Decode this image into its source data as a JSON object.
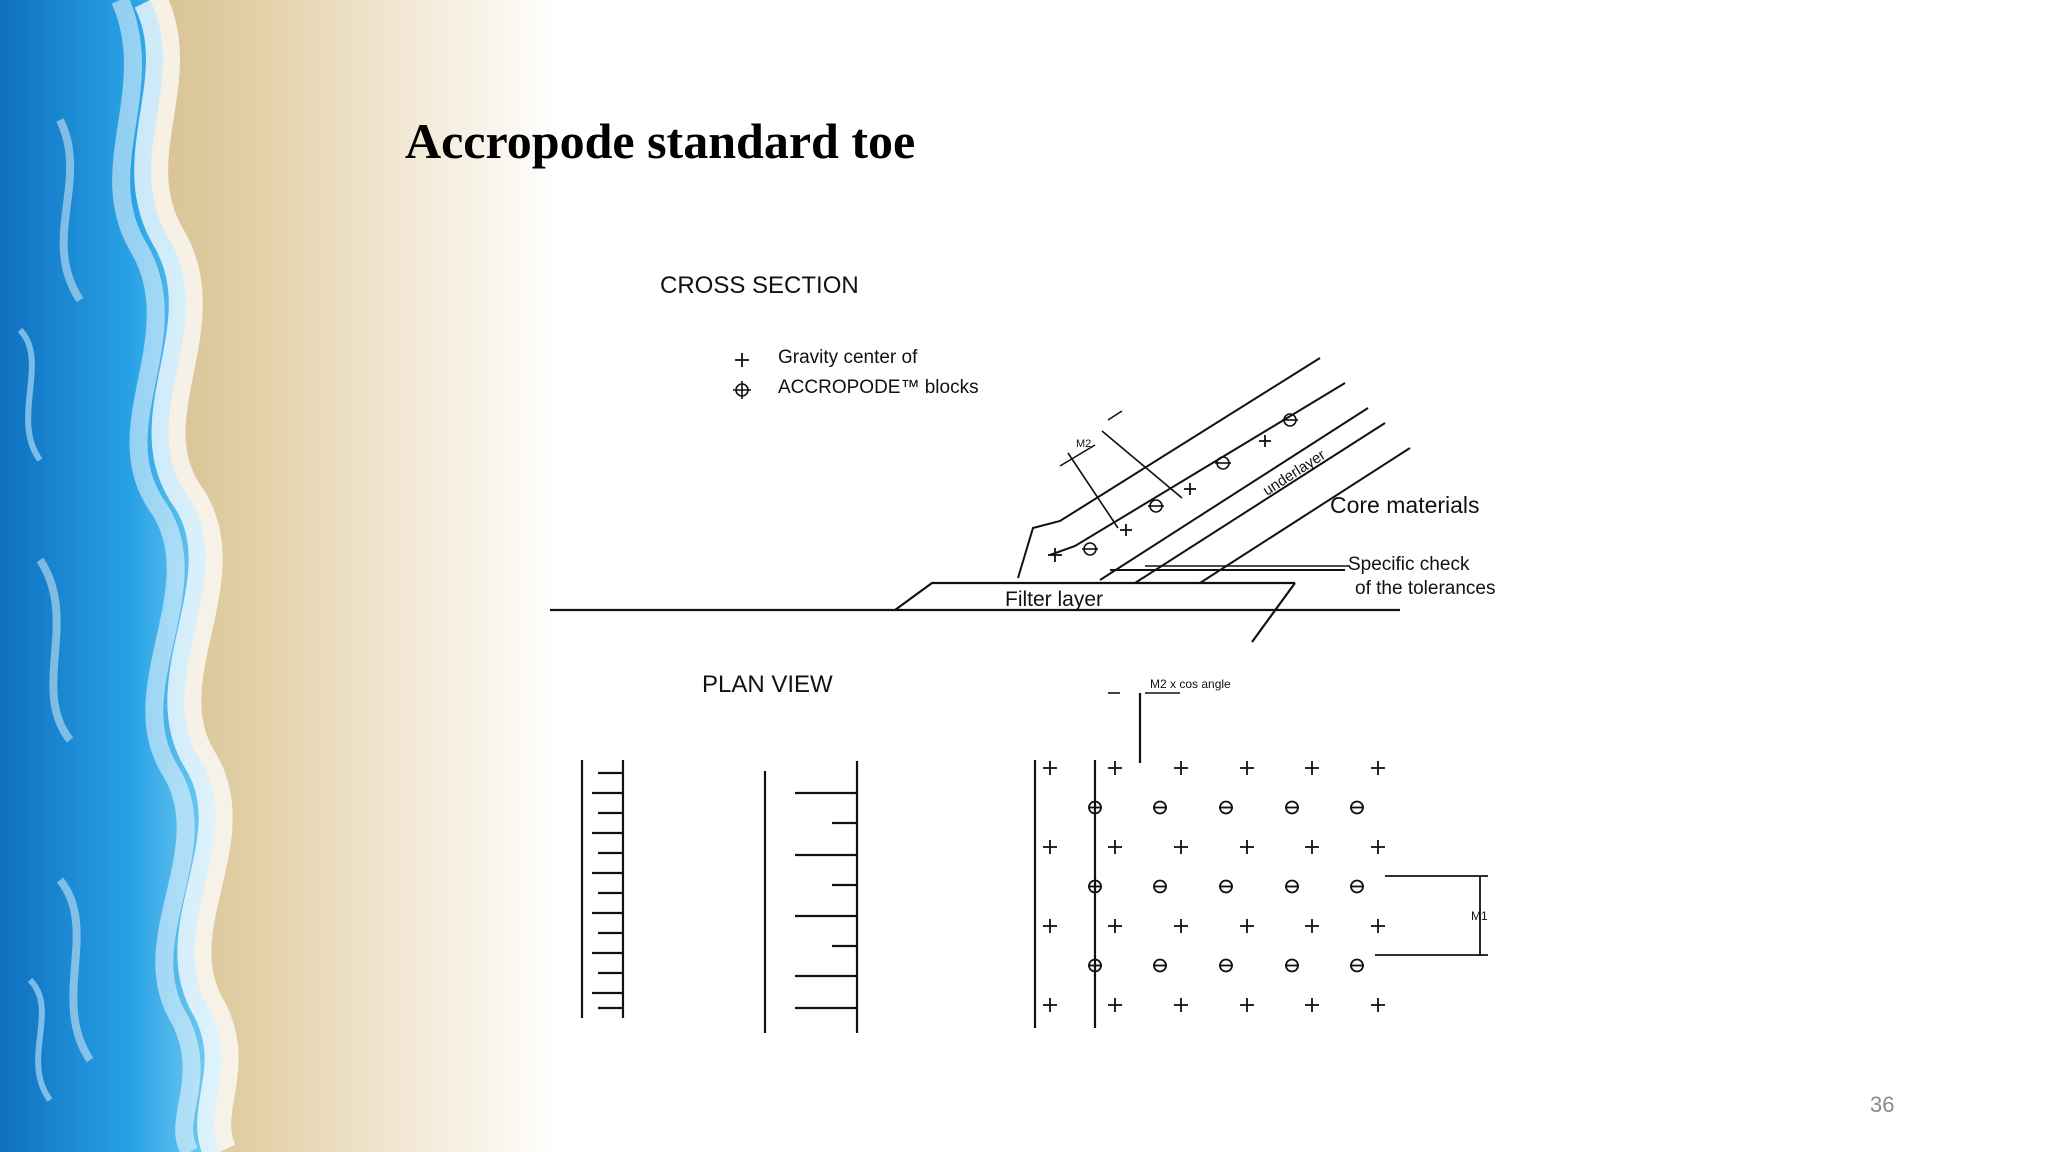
{
  "slide": {
    "title": "Accropode standard toe",
    "page_number": "36"
  },
  "diagram": {
    "cross_section": {
      "heading": "CROSS SECTION",
      "legend": [
        {
          "symbol": "plus",
          "label": "Gravity center of"
        },
        {
          "symbol": "circled-plus",
          "label": "ACCROPODE™ blocks"
        }
      ],
      "labels": {
        "m2": "M2",
        "underlayer": "underlayer",
        "core": "Core materials",
        "check_line1": "Specific check",
        "check_line2": "of the tolerances",
        "filter": "Filter layer"
      }
    },
    "plan_view": {
      "heading": "PLAN VIEW",
      "m2_cos": "M2 x cos angle",
      "m1": "M1",
      "grid_rows": [
        "plus",
        "circled",
        "plus",
        "circled",
        "plus",
        "circled",
        "plus"
      ]
    }
  },
  "colors": {
    "ink": "#111111",
    "sea": "#1e8fd6",
    "sand": "#d9c49a"
  }
}
